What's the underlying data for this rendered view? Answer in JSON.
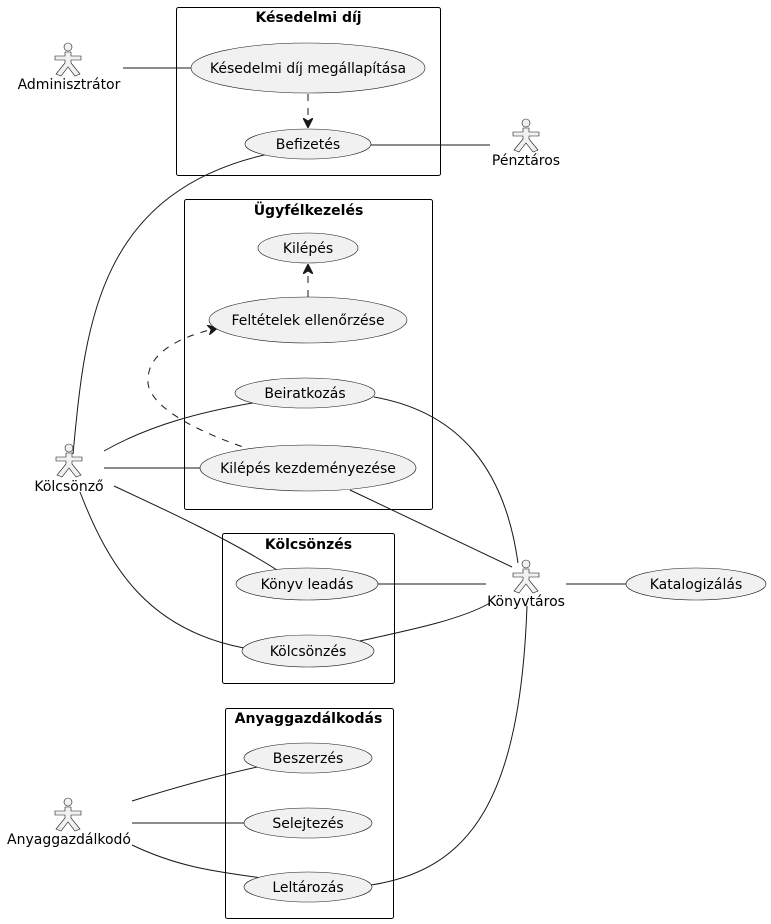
{
  "packages": {
    "kesedelmi_dij": "Késedelmi díj",
    "ugyfelkezeles": "Ügyfélkezelés",
    "kolcsonzes": "Kölcsönzés",
    "anyaggazdalkodas": "Anyaggazdálkodás"
  },
  "usecases": {
    "kesedelmi_megallapitasa": "Késedelmi díj megállapítása",
    "befizetes": "Befizetés",
    "kilepes": "Kilépés",
    "feltetelek_ellenorzese": "Feltételek ellenőrzése",
    "beiratkozas": "Beiratkozás",
    "kilepes_kezdemenyezese": "Kilépés kezdeményezése",
    "konyv_leadas": "Könyv leadás",
    "kolcsonzes": "Kölcsönzés",
    "beszerzes": "Beszerzés",
    "selejtezes": "Selejtezés",
    "leltarozas": "Leltározás",
    "katalogizalas": "Katalogizálás"
  },
  "actors": {
    "adminisztrator": "Adminisztrátor",
    "penztaros": "Pénztáros",
    "kolcsonzo": "Kölcsönző",
    "konyvtaros": "Könyvtáros",
    "anyaggazdalkodo": "Anyaggazdálkodó"
  },
  "colors": {
    "usecase_fill": "#f1f1f1",
    "line": "#181818",
    "background": "#ffffff"
  }
}
